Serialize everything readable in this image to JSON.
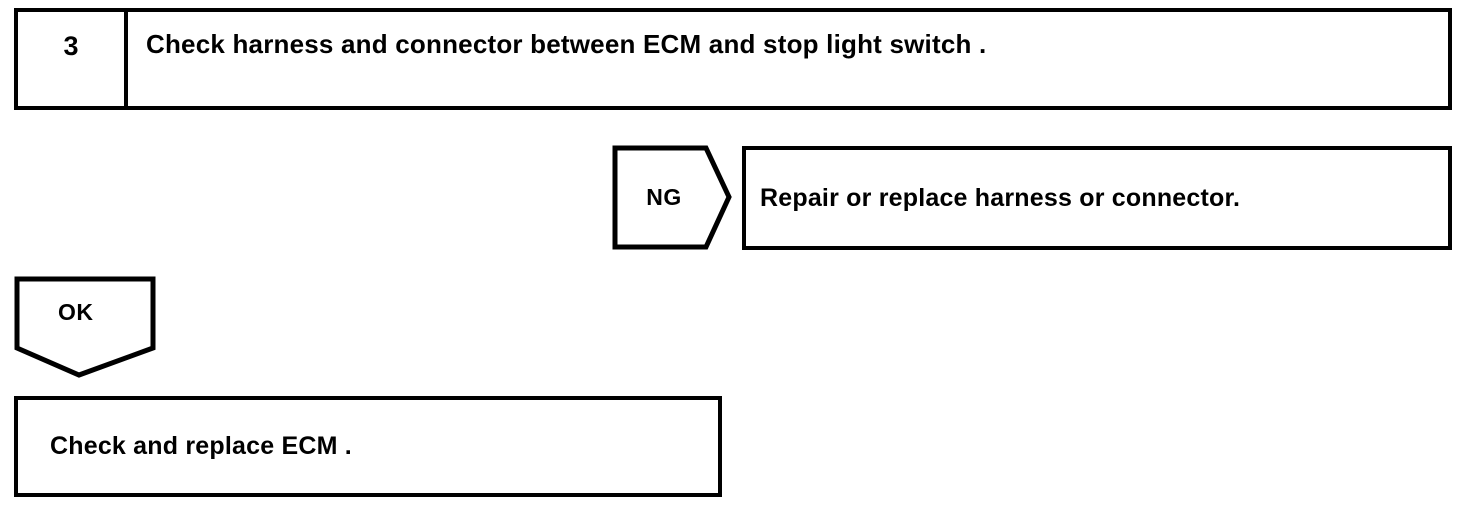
{
  "diagram": {
    "type": "troubleshooting-flowchart",
    "line_color": "#000000",
    "background_color": "#ffffff",
    "text_color": "#000000"
  },
  "step": {
    "number": "3",
    "title": "Check harness and connector between ECM and stop light switch ."
  },
  "branches": {
    "ng": {
      "label": "NG",
      "shape": "right-pointing-pentagon",
      "result": "Repair or replace harness or connector."
    },
    "ok": {
      "label": "OK",
      "shape": "down-pointing-pentagon",
      "result": "Check and replace ECM ."
    }
  }
}
